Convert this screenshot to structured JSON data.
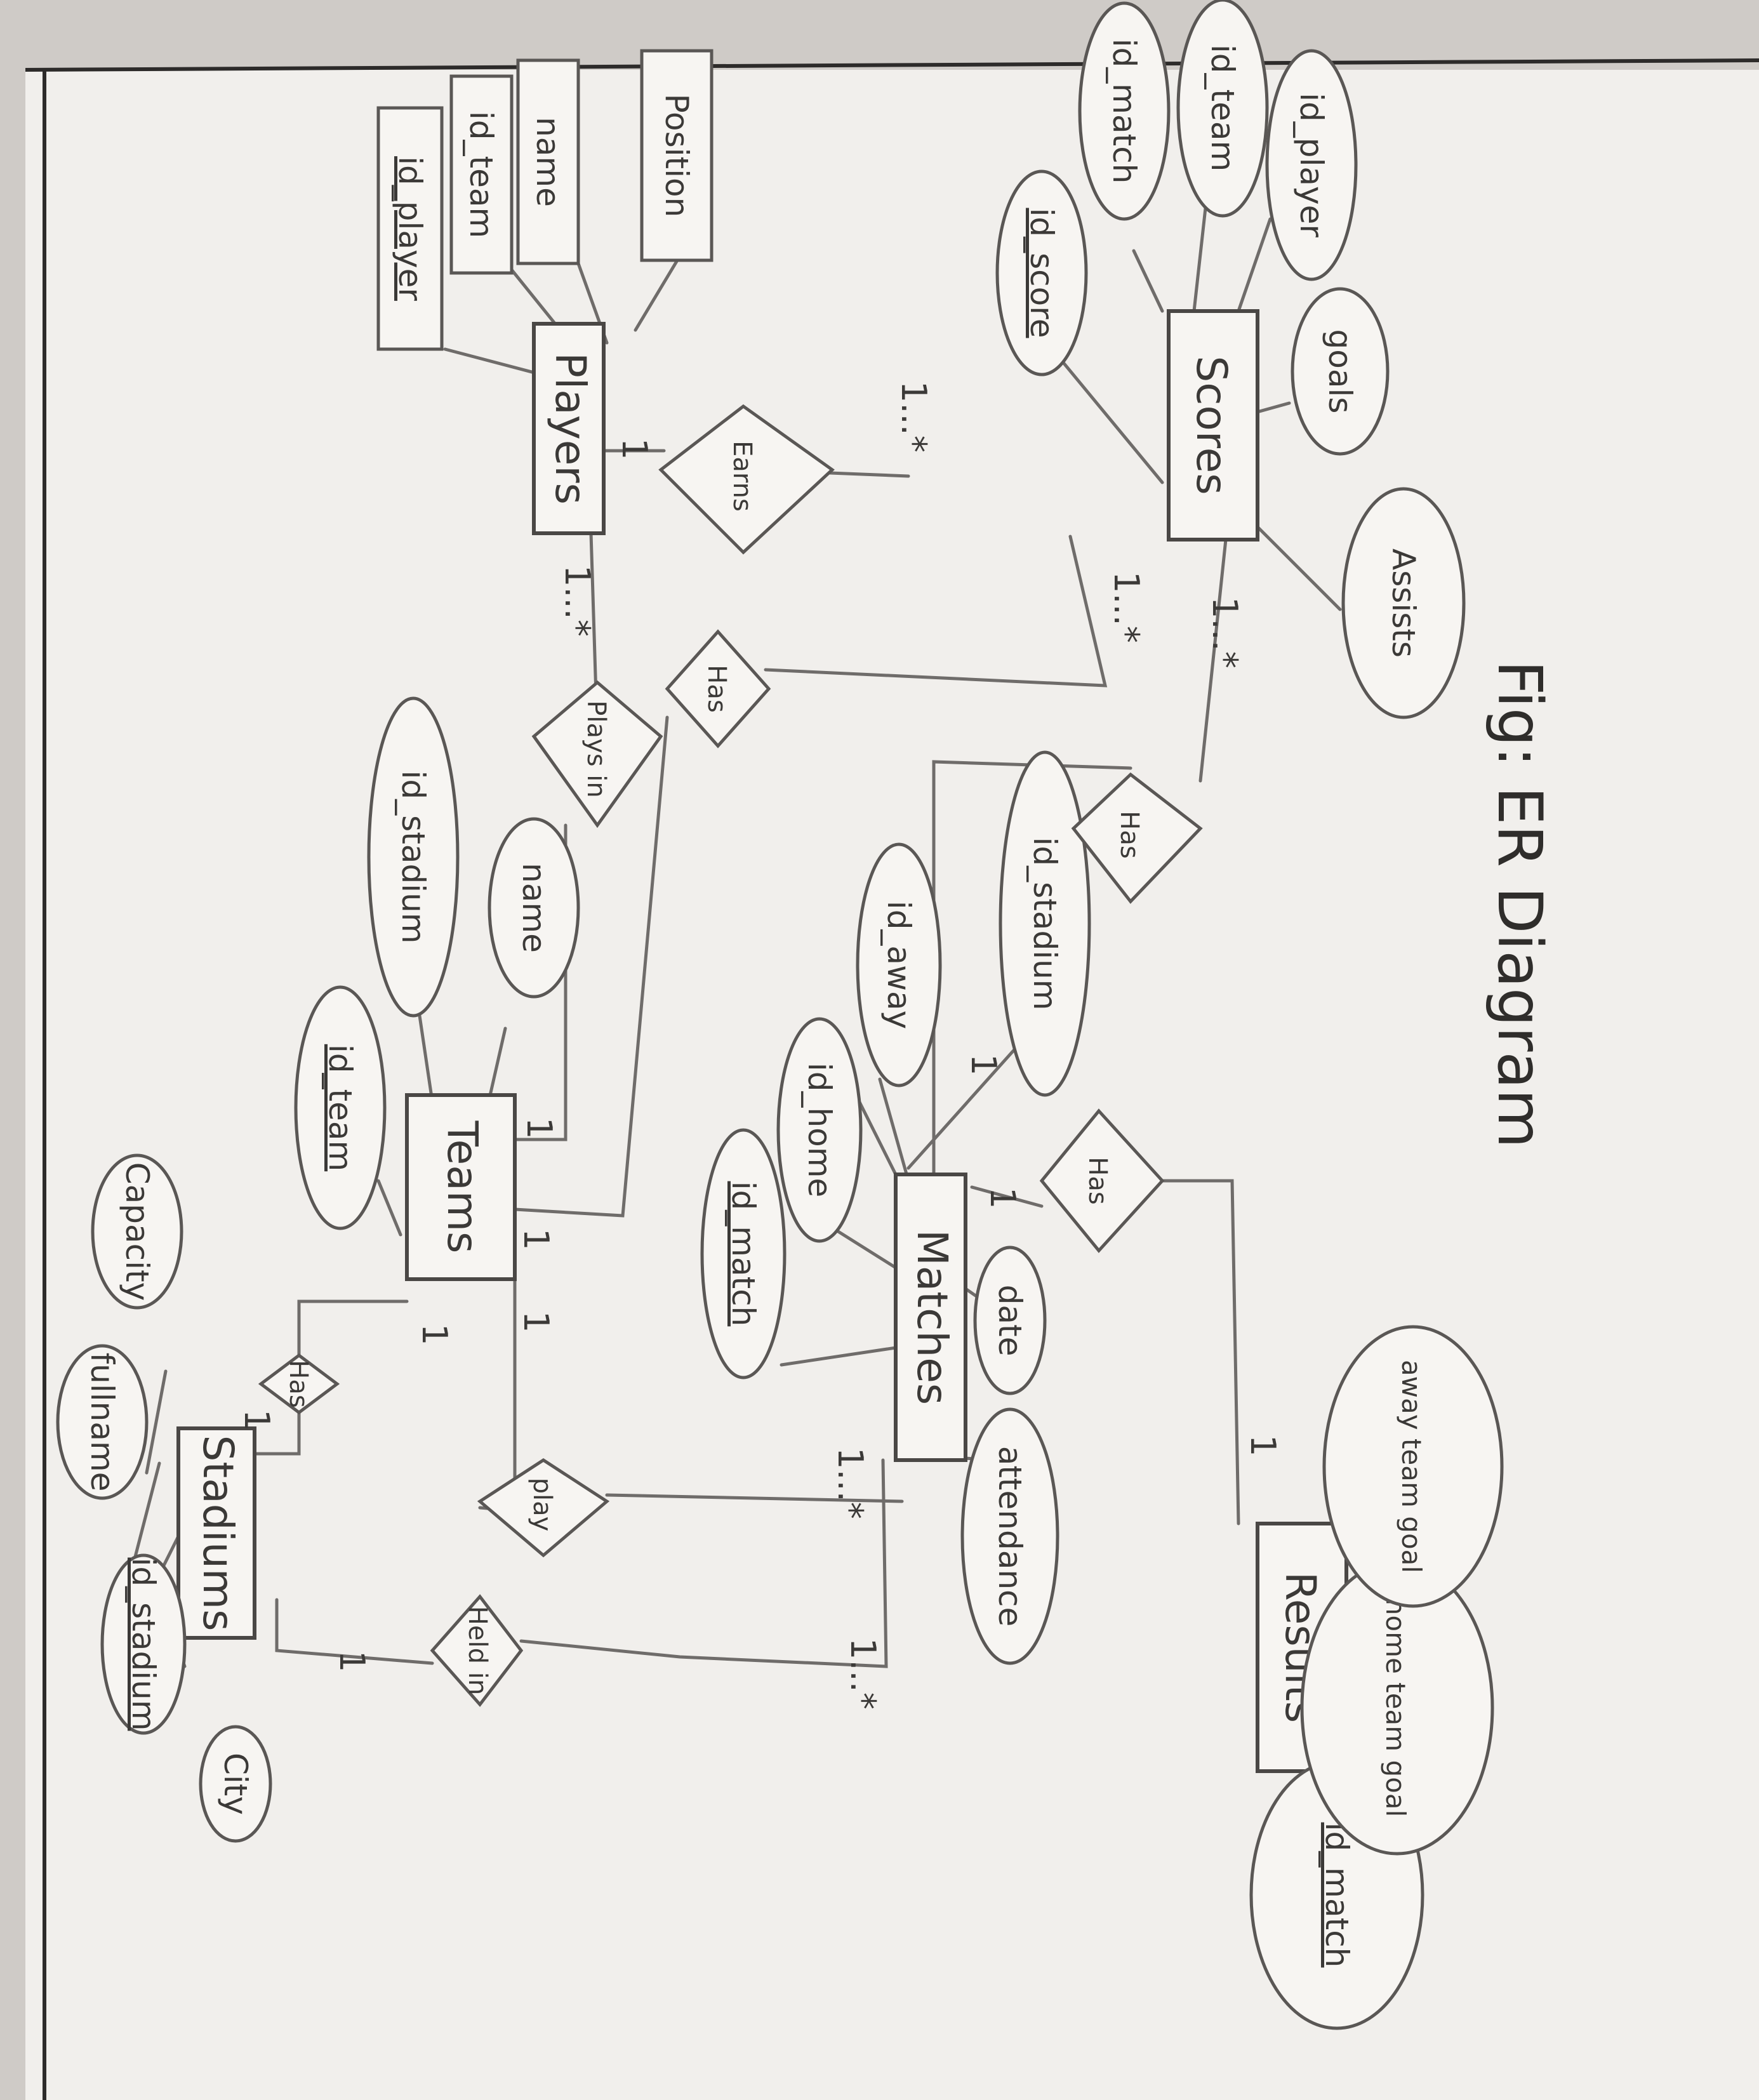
{
  "caption": "Fig: ER Diagram",
  "entities": {
    "stadiums": "Stadiums",
    "teams": "Teams",
    "players": "Players",
    "matches": "Matches",
    "scores": "Scores",
    "results": "Results"
  },
  "attributes": {
    "stadiums_id": "id_stadium",
    "stadiums_fullname": "fullname",
    "stadiums_capacity": "Capacity",
    "stadiums_city": "City",
    "teams_id": "id_team",
    "teams_id_stadium": "id_stadium",
    "teams_name": "name",
    "players_id": "id_player",
    "players_id_team": "id_team",
    "players_name": "name",
    "players_position": "Position",
    "matches_id": "id_match",
    "matches_id_home": "id_home",
    "matches_id_away": "id_away",
    "matches_id_stadium": "id_stadium",
    "matches_date": "date",
    "matches_attendance": "attendance",
    "scores_id": "id_score",
    "scores_id_match": "id_match",
    "scores_id_team": "id_team",
    "scores_id_player": "id_player",
    "scores_goals": "goals",
    "scores_assists": "Assists",
    "results_id_match": "id_match",
    "results_home_goal": "home team goal",
    "results_away_goal": "away team goal"
  },
  "relationships": {
    "stadiums_teams": "Has",
    "stadiums_matches": "Held in",
    "teams_matches_play": "play",
    "teams_players": "Plays in",
    "teams_scores": "Has",
    "players_scores": "Earns",
    "matches_scores": "Has",
    "matches_results": "Has"
  },
  "cardinalities": {
    "c1": "1",
    "c2": "1",
    "c3": "1",
    "c4": "1",
    "c5": "1",
    "c6": "1",
    "c7": "1",
    "c8": "1",
    "c9": "1",
    "c10": "1",
    "c11": "1...*",
    "c12": "1...*",
    "c13": "1...*",
    "c14": "1...*",
    "c15": "1...*",
    "c16": "1...*"
  }
}
